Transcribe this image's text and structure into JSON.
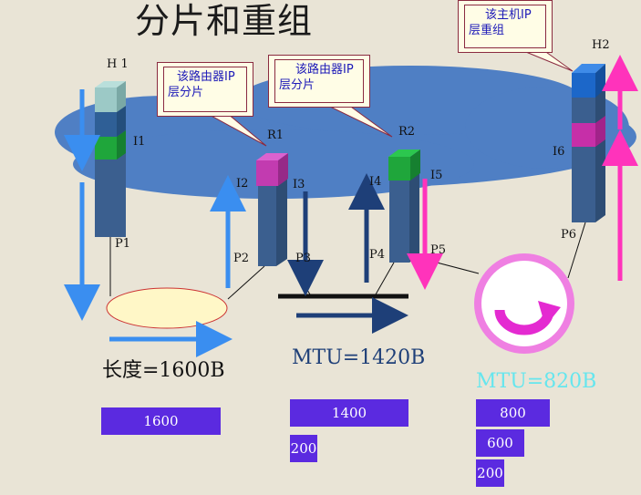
{
  "title": "分片和重组",
  "hosts": {
    "h1": "H 1",
    "h2": "H2"
  },
  "routers": {
    "r1": "R1",
    "r2": "R2"
  },
  "interfaces": {
    "i1": "I1",
    "i2": "I2",
    "i3": "I3",
    "i4": "I4",
    "i5": "I5",
    "i6": "I6"
  },
  "ports": {
    "p1": "P1",
    "p2": "P2",
    "p3": "P3",
    "p4": "P4",
    "p5": "P5",
    "p6": "P6"
  },
  "callouts": {
    "r1": [
      "该路由器IP",
      "层分片"
    ],
    "r2": [
      "该路由器IP",
      "层分片"
    ],
    "h2": [
      "该主机IP",
      "层重组"
    ]
  },
  "networks": {
    "net1": "长度=1600B",
    "net2": "MTU=1420B",
    "net3": "MTU=820B"
  },
  "fragments": {
    "net1": [
      "1600"
    ],
    "net2": [
      "1400",
      "200"
    ],
    "net3": [
      "800",
      "600",
      "200"
    ]
  },
  "colors": {
    "cloud": "#4f7fc4",
    "blue_arrow": "#3a8ef0",
    "dark_arrow": "#1e3f78",
    "magenta_arrow": "#ff33bb",
    "fragment_box": "#5b2ae0",
    "mtu820_text": "#66e6ee"
  }
}
